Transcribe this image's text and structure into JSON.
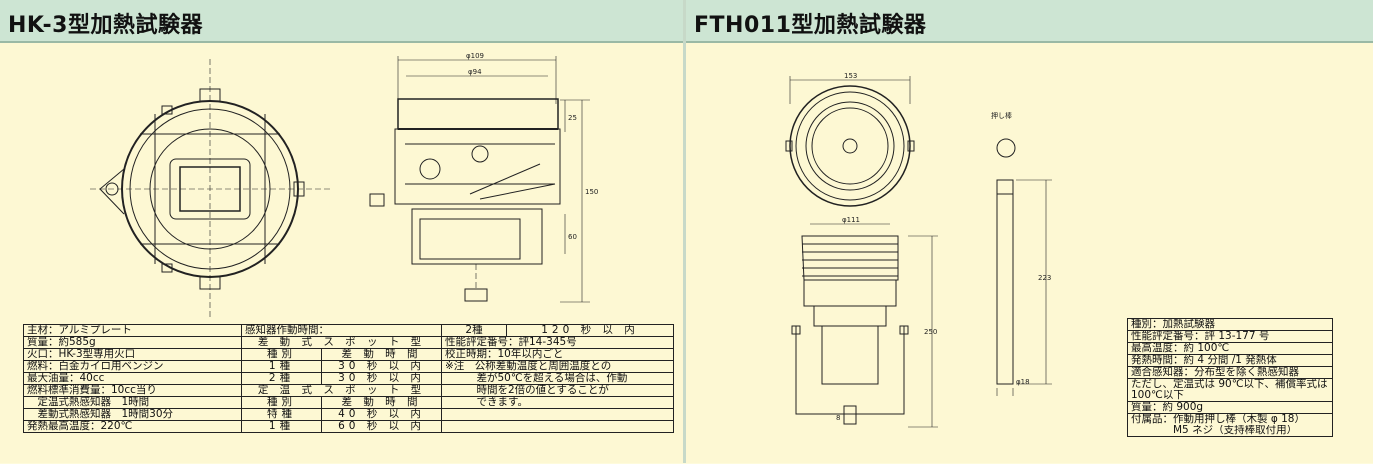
{
  "left": {
    "title": "HK-3型加熱試験器",
    "drawing": {
      "dim_outer": "φ109",
      "dim_inner": "φ94",
      "dim_25": "25",
      "dim_150": "150",
      "dim_60": "60"
    },
    "rows": [
      [
        "主材：アルミプレート",
        "感知器作動時間：",
        "",
        "2種",
        "120 秒 以 内"
      ],
      [
        "質量：約585g",
        "差 動 式 ス ポ ッ ト 型",
        "",
        "性能評定番号：評14-345号",
        ""
      ],
      [
        "火口：HK-3型専用火口",
        "種別",
        "差 動 時 間",
        "校正時期：10年以内ごと",
        ""
      ],
      [
        "燃料：白金カイロ用ベンジン",
        "1種",
        "30 秒 以 内",
        "※注　公称差動温度と周囲温度との",
        ""
      ],
      [
        "最大油量：40cc",
        "2種",
        "30 秒 以 内",
        "　　　差が50℃を超える場合は、作動",
        ""
      ],
      [
        "燃料標準消費量：10cc当り",
        "定 温 式 ス ポ ッ ト 型",
        "",
        "　　　時間を2倍の値とすることが",
        ""
      ],
      [
        "　定温式熱感知器　1時間",
        "種別",
        "差 動 時 間",
        "　　　できます。",
        ""
      ],
      [
        "　差動式熱感知器　1時間30分",
        "特種",
        "40 秒 以 内",
        "",
        ""
      ],
      [
        "発熱最高温度：220℃",
        "1種",
        "60 秒 以 内",
        "",
        ""
      ]
    ]
  },
  "right": {
    "title": "FTH011型加熱試験器",
    "drawing": {
      "dim_153": "153",
      "dim_111": "φ111",
      "dim_250": "250",
      "dim_8": "8",
      "push_rod": "押し棒",
      "dim_223": "223",
      "dim_18": "φ18"
    },
    "specs": [
      "種別：加熱試験器",
      "性能評定番号：評 13-177 号",
      "最高温度：約 100℃",
      "発熱時間：約 4 分間 /1 発熱体",
      "適合感知器：分布型を除く熱感知器",
      "ただし、定温式は 90℃以下、補償率式は",
      "100℃以下",
      "質量：約 900g",
      "付属品：作動用押し棒（木製 φ 18）",
      "　　　　M5 ネジ（支持棒取付用）"
    ]
  }
}
